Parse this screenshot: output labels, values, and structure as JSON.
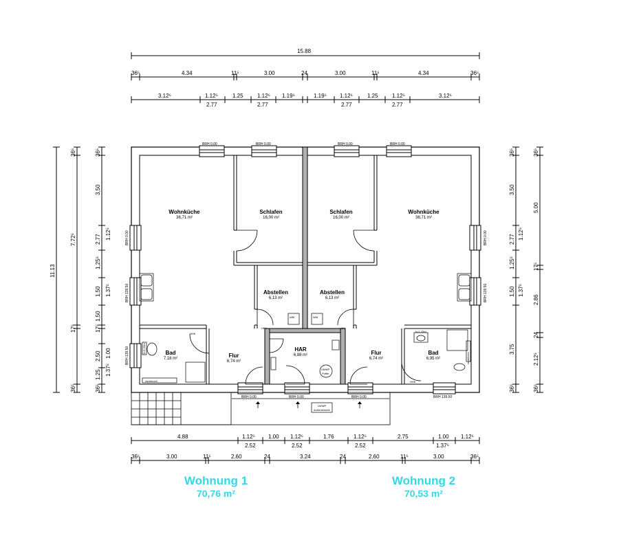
{
  "units": [
    {
      "name": "Wohnung 1",
      "area": "70,76 m²"
    },
    {
      "name": "Wohnung 2",
      "area": "70,53 m²"
    }
  ],
  "rooms": {
    "wk1": {
      "name": "Wohnküche",
      "area": "36,71 m²"
    },
    "sl1": {
      "name": "Schlafen",
      "area": "16,00 m²"
    },
    "sl2": {
      "name": "Schlafen",
      "area": "16,00 m²"
    },
    "wk2": {
      "name": "Wohnküche",
      "area": "36,71 m²"
    },
    "ab1": {
      "name": "Abstellen",
      "area": "6,13 m²"
    },
    "ab2": {
      "name": "Abstellen",
      "area": "6,13 m²"
    },
    "bad1": {
      "name": "Bad",
      "area": "7,18 m²"
    },
    "flur1": {
      "name": "Flur",
      "area": "6,74 m²"
    },
    "har": {
      "name": "HAR",
      "area": "6,88 m²"
    },
    "flur2": {
      "name": "Flur",
      "area": "6,74 m²"
    },
    "bad2": {
      "name": "Bad",
      "area": "6,95 m²"
    }
  },
  "top_dims": {
    "overall": "15.88",
    "row1": [
      "36⁵",
      "4.34",
      "11⁵",
      "3.00",
      "24",
      "3.00",
      "11⁵",
      "4.34",
      "36⁵"
    ],
    "row2": [
      "3.12⁵",
      "1.12⁵",
      "1.25",
      "1.12⁵",
      "1.19⁵",
      "1.19⁵",
      "1.12⁵",
      "1.25",
      "1.12⁵",
      "3.12⁵"
    ],
    "row2_sub": [
      "2.77",
      "2.77",
      "2.77",
      "2.77"
    ]
  },
  "bottom_dims": {
    "row1": [
      "4.88",
      "1.12⁵",
      "1.00",
      "1.12⁵",
      "1.76",
      "1.12⁵",
      "2.75",
      "1.00",
      "1.12⁵"
    ],
    "row1_sub": [
      "2.52",
      "2.52",
      "2.52",
      "1.37⁵"
    ],
    "row2": [
      "36⁵",
      "3.00",
      "11⁵",
      "2.60",
      "24",
      "3.24",
      "24",
      "2.60",
      "11⁵",
      "3.00",
      "36⁵"
    ]
  },
  "left_dims": {
    "overall": "11.13",
    "mid": "7.72⁵",
    "outer": [
      "36⁵",
      "3.50",
      "2.77",
      "1.25⁵",
      "1.50",
      "1.50",
      "17⁵",
      "2.50",
      "1.25",
      "36⁵"
    ],
    "inner": [
      "1.12⁵",
      "1.37⁵",
      "1.00",
      "1.37⁵"
    ]
  },
  "right_dims": {
    "col1": [
      "36⁵",
      "3.50",
      "2.77",
      "1.25⁵",
      "1.50",
      "3.75",
      "36⁵"
    ],
    "col1_inner": [
      "1.12⁵",
      "1.37⁵"
    ],
    "col2": [
      "36⁵",
      "5.00",
      "17⁵",
      "2.86",
      "24",
      "2.12⁵",
      "36⁵"
    ]
  },
  "brh": {
    "top": [
      "BRH 0.00",
      "BRH 0.00",
      "BRH 0.00",
      "BRH 0.00"
    ],
    "left": [
      "BRH 0.00",
      "BRH 139.50",
      "BRH 139.50"
    ],
    "right": [
      "BRH 0.00",
      "BRH 139.50"
    ],
    "bottom": [
      "BRH 0.00",
      "BRH 0.00",
      "BRH 0.00",
      "BRH 139.50"
    ]
  },
  "fixtures": {
    "wm": "WM",
    "hkv": "HKV",
    "hhk": "HHK",
    "raumhoch": "raumhoch",
    "h120": "h=1,20m",
    "lwwp": "LWWP",
    "lwwp_outdoor": "Außeneinheit",
    "lwwp_sub": "Puffer"
  }
}
